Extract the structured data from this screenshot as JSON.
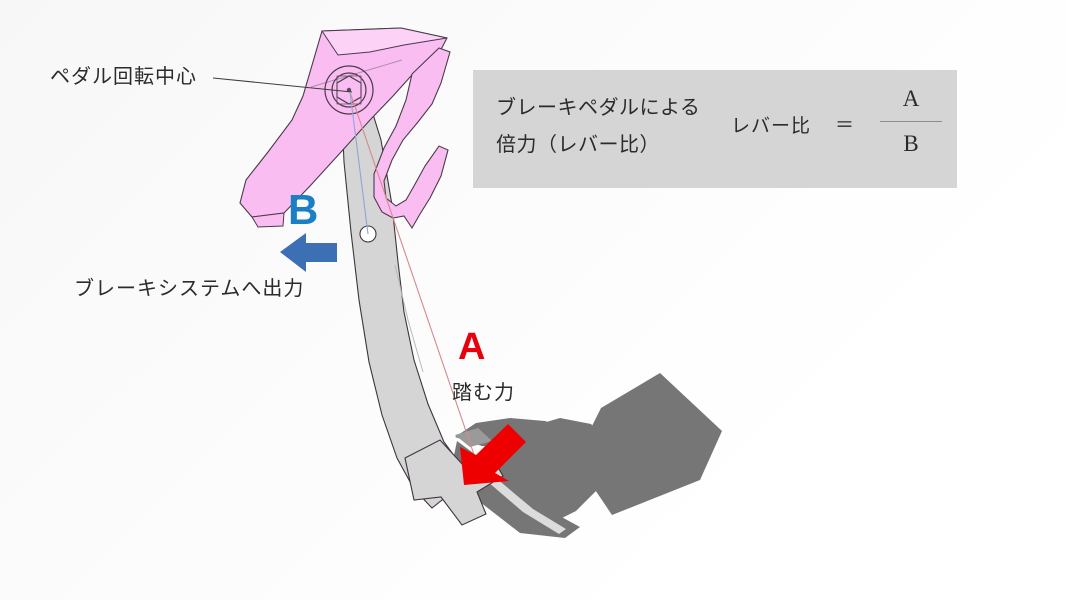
{
  "diagram": {
    "title_absent": true,
    "background_color": "#fbfbfb",
    "annotations": {
      "pivot_label": "ペダル回転中心",
      "output_label": "ブレーキシステムへ出力",
      "force_label": "踏む力",
      "distance_a": "A",
      "distance_b": "B"
    },
    "colors": {
      "bracket_pink": "#f9bdf0",
      "pedal_gray": "#d4d4d4",
      "shoe_gray": "#767676",
      "arrow_blue": "#3d6fb5",
      "arrow_red": "#ee0000",
      "label_b_blue": "#1b7fc4",
      "label_a_red": "#e8000d",
      "formula_box_gray": "#d5d5d5",
      "outline": "#4a3a4a"
    },
    "icons": {
      "output_arrow": "arrow-left-icon",
      "force_arrow": "arrow-down-left-icon",
      "pivot_marker": "pivot-bolt-icon"
    }
  },
  "formula": {
    "caption_line1": "ブレーキペダルによる",
    "caption_line2": "倍力（レバー比）",
    "ratio_term": "レバー比",
    "equals": "＝",
    "numerator": "A",
    "denominator": "B"
  }
}
